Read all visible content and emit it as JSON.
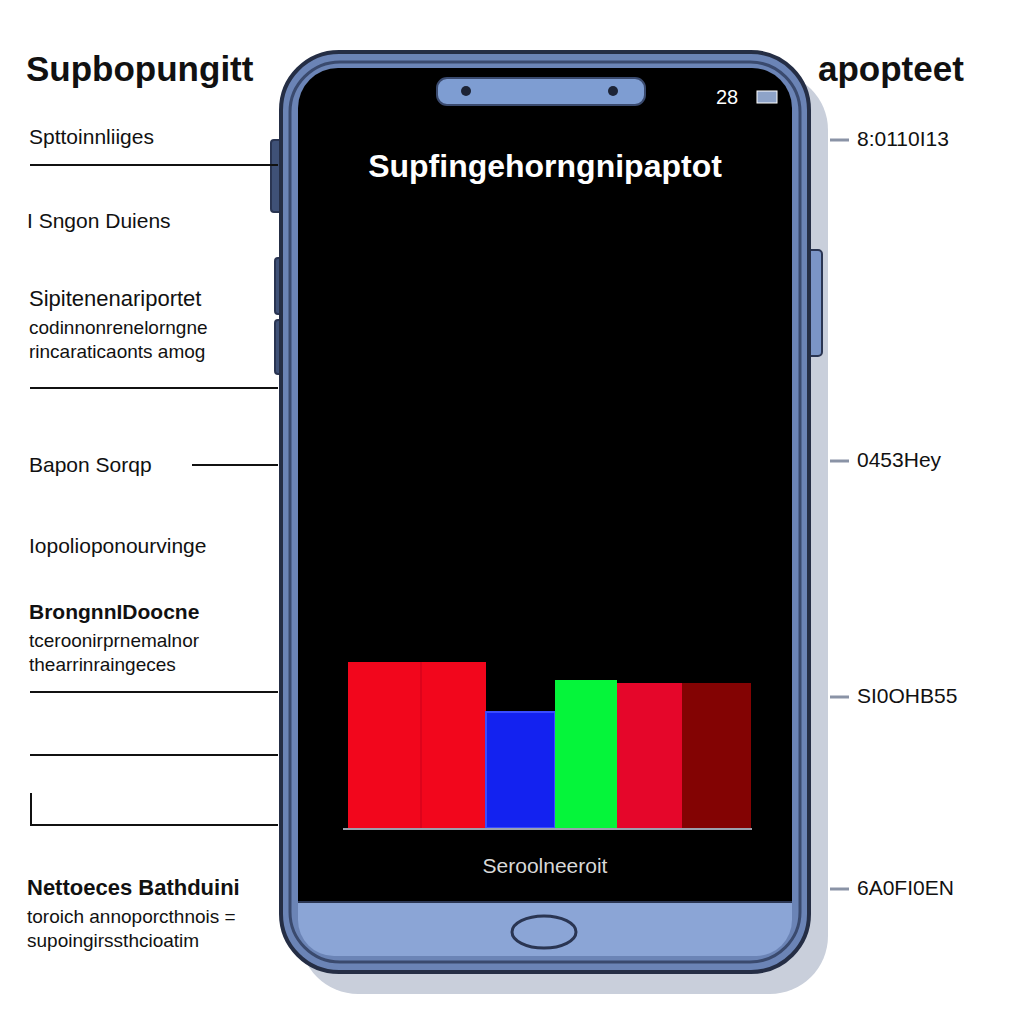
{
  "diagram": {
    "title": "Supbopungitt",
    "labels": [
      "apopteet",
      "Spttoinnliiges",
      "I Sngon Duiens",
      "Sipitenenariportet",
      "codinnonrenelorngne rincaraticaonts amog",
      "Bapon Sorqp",
      "Iopolioponourvinge",
      "BrongnnIDoocne",
      "tceroonirprnemalnor thearrinraingeces",
      "Nettoeces Bathduini",
      "toroich annoporcthnois = supoingirssthcioatim",
      "8:0110I13",
      "0453Hey",
      "SI0OHB55",
      "6A0FI0EN",
      "28",
      "Supfingehorngnipaptot",
      "Seroolneeroit"
    ]
  }
}
